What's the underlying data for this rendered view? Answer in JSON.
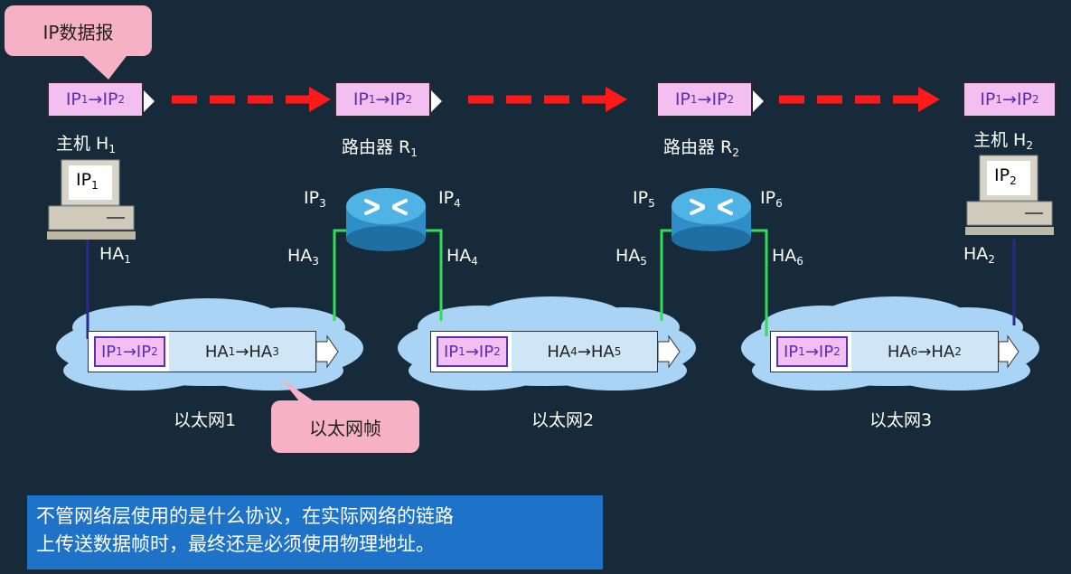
{
  "callouts": {
    "ip_datagram": "IP数据报",
    "eth_frame": "以太网帧"
  },
  "top_packets": [
    {
      "src": "IP",
      "src_sub": "1",
      "dst": "IP",
      "dst_sub": "2"
    },
    {
      "src": "IP",
      "src_sub": "1",
      "dst": "IP",
      "dst_sub": "2"
    },
    {
      "src": "IP",
      "src_sub": "1",
      "dst": "IP",
      "dst_sub": "2"
    },
    {
      "src": "IP",
      "src_sub": "1",
      "dst": "IP",
      "dst_sub": "2"
    }
  ],
  "nodes": {
    "h1": {
      "label": "主机 H",
      "sub": "1",
      "ip": "IP",
      "ip_sub": "1",
      "ha": "HA",
      "ha_sub": "1"
    },
    "r1": {
      "label": "路由器 R",
      "sub": "1"
    },
    "r2": {
      "label": "路由器 R",
      "sub": "2"
    },
    "h2": {
      "label": "主机 H",
      "sub": "2",
      "ip": "IP",
      "ip_sub": "2",
      "ha": "HA",
      "ha_sub": "2"
    }
  },
  "router_ifaces": {
    "ip3": "3",
    "ip4": "4",
    "ip5": "5",
    "ip6": "6",
    "ha3": "3",
    "ha4": "4",
    "ha5": "5",
    "ha6": "6"
  },
  "networks": [
    {
      "name": "以太网1",
      "ha_src": "1",
      "ha_dst": "3"
    },
    {
      "name": "以太网2",
      "ha_src": "4",
      "ha_dst": "5"
    },
    {
      "name": "以太网3",
      "ha_src": "6",
      "ha_dst": "2"
    }
  ],
  "note": "不管网络层使用的是什么协议，在实际网络的链路\n上传送数据帧时，最终还是必须使用物理地址。",
  "colors": {
    "background": "#172a3a",
    "arrow": "#ff1a1a",
    "packet": "#f3bff0",
    "callout": "#f6b1c4",
    "link": "#33dd55",
    "cloud": "#a9d4f5",
    "note": "#1e73c8"
  }
}
